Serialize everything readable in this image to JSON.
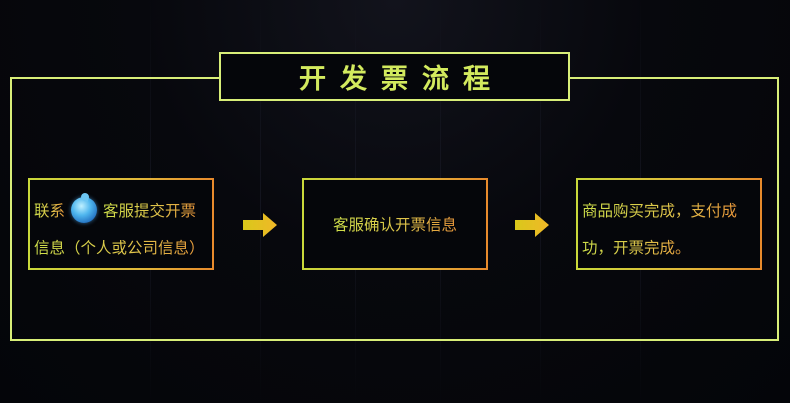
{
  "title": "开发票流程",
  "steps": [
    {
      "line1_prefix": "联系",
      "icon": "chat-bubble-icon",
      "line1_suffix": "客服提交开票",
      "line2": "信息（个人或公司信息）"
    },
    {
      "text": "客服确认开票信息"
    },
    {
      "line1": "商品购买完成，支付成",
      "line2": "功，开票完成。"
    }
  ],
  "arrows": [
    "arrow-right-icon",
    "arrow-right-icon"
  ],
  "colors": {
    "frame": "#d8ee78",
    "title_text": "#d3ea5e",
    "step_gradient_start": "#c9d93a",
    "step_gradient_end": "#e88a2c",
    "arrow": "#e6c21e",
    "background": "#05060a"
  }
}
